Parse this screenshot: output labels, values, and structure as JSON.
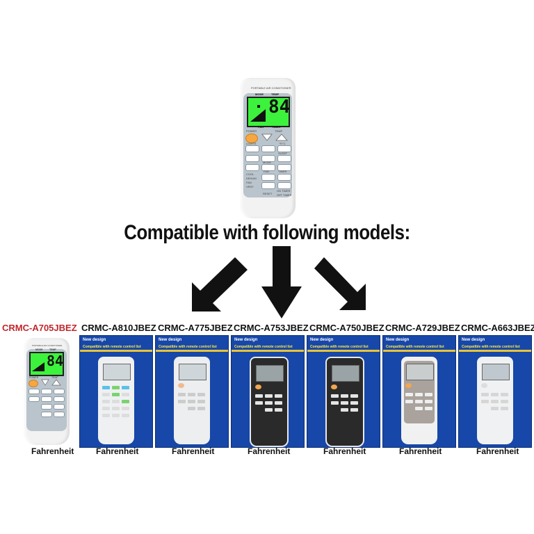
{
  "main_remote": {
    "header": "PORTABLE AIR CONDITIONER",
    "mode_label": "MODE",
    "temp_label": "TEMP",
    "display_value": "84",
    "fan_label": "FAN",
    "timer_label": "TIMER",
    "power_label": "POWER",
    "temp_btn_label": "TEMP",
    "lights_label": "LIGHTS",
    "f_c_label": "°F/°C",
    "swing_label": "SLEEP",
    "mode_btn_label": "MODE",
    "fan_btn_label": "FAN",
    "timer_btn_label": "TIMER",
    "cool_label": "COOL",
    "dehum_label": "DEHUM",
    "fan_mode_label": "FAN",
    "vent_label": "VENT",
    "reset_label": "RESET",
    "on_timer_label": "ON TIMER",
    "off_timer_label": "OFF TIMER"
  },
  "heading": "Compatible with following models:",
  "colors": {
    "package_blue": "#1747a8",
    "lcd_green": "#3cf23c",
    "accent_red": "#c0262b",
    "power_orange": "#f7a740"
  },
  "models": [
    {
      "name": "CRMC-A705JBEZ",
      "unit": "Fahrenheit",
      "highlight": true
    },
    {
      "name": "CRMC-A810JBEZ",
      "unit": "Fahrenheit",
      "highlight": false
    },
    {
      "name": "CRMC-A775JBEZ",
      "unit": "Fahrenheit",
      "highlight": false
    },
    {
      "name": "CRMC-A753JBEZ",
      "unit": "Fahrenheit",
      "highlight": false
    },
    {
      "name": "CRMC-A750JBEZ",
      "unit": "Fahrenheit",
      "highlight": false
    },
    {
      "name": "CRMC-A729JBEZ",
      "unit": "Fahrenheit",
      "highlight": false
    },
    {
      "name": "CRMC-A663JBEZ",
      "unit": "Fahrenheit",
      "highlight": false
    }
  ],
  "package": {
    "new_design": "New design",
    "compatible_text": "Compatible with remote control list"
  },
  "small_remote": {
    "header": "PORTABLE AIR CONDITIONER",
    "mode_label": "MODE",
    "temp_label": "TEMP",
    "display_value": "84",
    "power_label": "POWER",
    "temp_btn_label": "TEMP"
  }
}
